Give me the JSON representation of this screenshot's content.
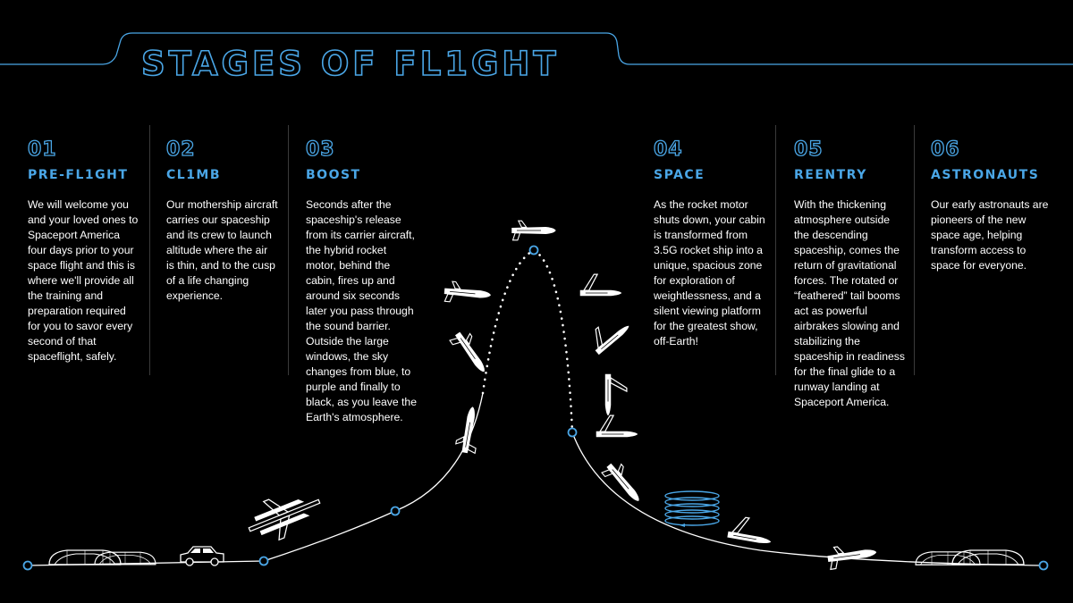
{
  "title": "STAGES OF FL1GHT",
  "colors": {
    "accent": "#4aa6e6",
    "background": "#000000",
    "text": "#ffffff",
    "divider": "#3a3a3a"
  },
  "stages": [
    {
      "num": "01",
      "name": "PRE-FL1GHT",
      "text": "We will welcome you and your loved ones to Spaceport America four days prior to your space flight and this is where we'll provide all the training and preparation required for you to savor every second of that spaceflight, safely."
    },
    {
      "num": "02",
      "name": "CL1MB",
      "text": "Our mothership aircraft carries our spaceship and its crew to launch altitude where the air is thin, and to the cusp of a life changing experience."
    },
    {
      "num": "03",
      "name": "BOOST",
      "text": "Seconds after the spaceship's release from its carrier aircraft, the hybrid rocket motor, behind the cabin, fires up and around six seconds later you pass through the sound barrier. Outside the large windows, the sky changes from blue, to purple and finally to black, as you leave the Earth's atmosphere."
    },
    {
      "num": "04",
      "name": "SPACE",
      "text": "As the rocket motor shuts down, your cabin is transformed from 3.5G rocket ship into a unique, spacious zone for exploration of weightlessness, and a silent viewing platform for the greatest show, off-Earth!"
    },
    {
      "num": "05",
      "name": "REENTRY",
      "text": "With the thickening atmosphere outside the descending spaceship, comes the return of gravitational forces. The rotated or “feathered” tail booms act as powerful airbrakes slowing and stabilizing the spaceship in readiness for the final glide to a runway landing at Spaceport America."
    },
    {
      "num": "06",
      "name": "ASTRONAUTS",
      "text": "Our early astronauts are pioneers of the new space age, helping transform access to space for everyone."
    }
  ],
  "icons": {
    "hangar": "spaceport-hangar-icon",
    "car": "car-icon",
    "mothership": "mothership-aircraft-icon",
    "spaceship": "spaceship-icon",
    "spin": "spin-rotation-icon",
    "landing": "landing-spaceship-icon"
  }
}
